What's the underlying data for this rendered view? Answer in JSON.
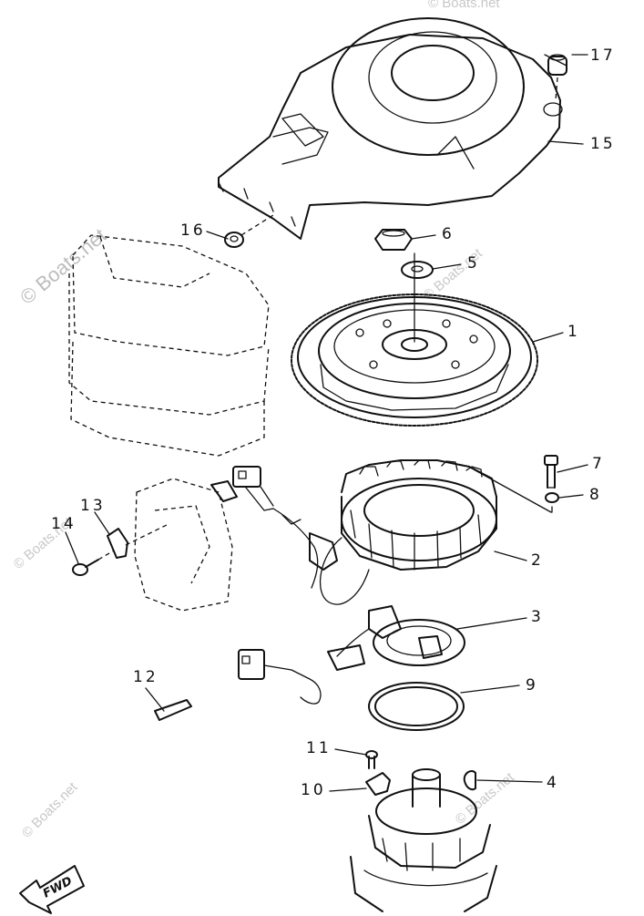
{
  "watermark": {
    "main": "© Boats.net",
    "faint": "© Boats.net"
  },
  "direction_arrow": {
    "label": "FWD"
  },
  "callouts": {
    "c1": "1",
    "c2": "2",
    "c3": "3",
    "c4": "4",
    "c5": "5",
    "c6": "6",
    "c7": "7",
    "c8": "8",
    "c9": "9",
    "c10": "10",
    "c11": "11",
    "c12": "12",
    "c13": "13",
    "c14": "14",
    "c15": "15",
    "c16": "16",
    "c17": "17"
  }
}
